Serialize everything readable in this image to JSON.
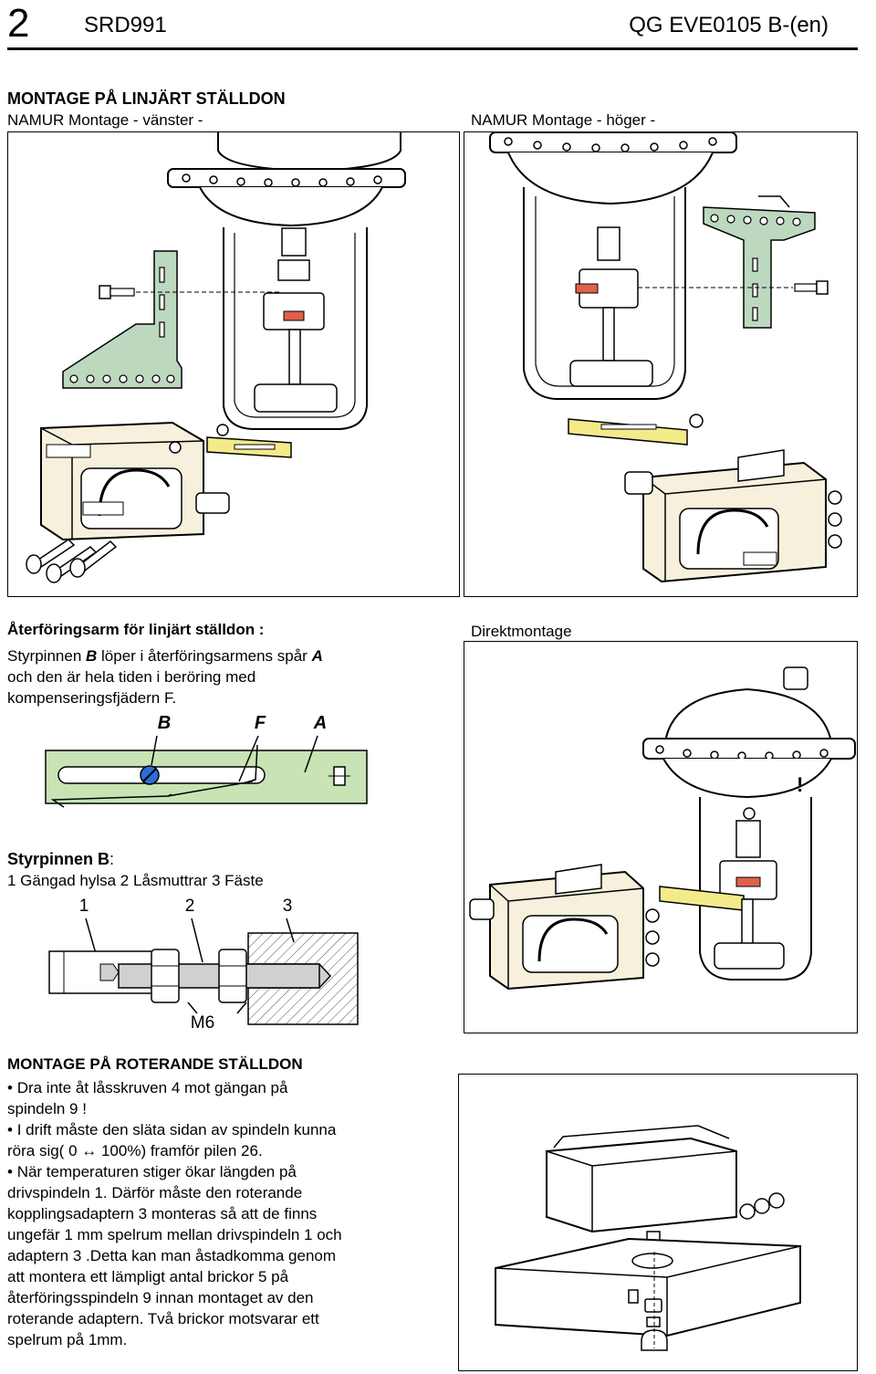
{
  "header": {
    "page_number": "2",
    "product_code": "SRD991",
    "doc_code": "QG EVE0105 B-(en)"
  },
  "linear": {
    "title": "MONTAGE PÅ LINJÄRT STÄLLDON",
    "left_caption": "NAMUR Montage - vänster -",
    "right_caption": "NAMUR Montage - höger -"
  },
  "feedback": {
    "title": "Återföringsarm för linjärt ställdon :",
    "line1_pre": "Styrpinnen ",
    "line1_b": "B",
    "line1_mid": " löper i återföringsarmens spår ",
    "line1_a": "A",
    "line2": "och den är hela tiden i beröring med",
    "line3": "kompenseringsfjädern F.",
    "label_b": "B",
    "label_f": "F",
    "label_a": "A"
  },
  "direct": {
    "caption": "Direktmontage",
    "warning_mark": "!"
  },
  "pin": {
    "title_pre": "Styrpinnen ",
    "title_b": "B",
    "title_post": ":",
    "parts": "1 Gängad hylsa  2 Låsmuttrar  3 Fäste",
    "num1": "1",
    "num2": "2",
    "num3": "3",
    "thread": "M6"
  },
  "rotary": {
    "title": "MONTAGE PÅ ROTERANDE STÄLLDON",
    "bullet1_a": "Dra inte åt låsskruven 4 mot gängan på",
    "bullet1_b": "spindeln  9 !",
    "bullet2_a": "I drift måste den släta sidan av spindeln kunna",
    "bullet2_b": "röra sig( 0 ↔ 100%) framför pilen 26.",
    "bullet3_a": "När temperaturen stiger ökar längden på",
    "body": [
      "drivspindeln 1. Därför måste den roterande",
      "kopplingsadaptern 3 monteras så att de finns",
      "ungefär 1 mm spelrum mellan drivspindeln 1 och",
      "adaptern 3 .Detta kan man åstadkomma genom",
      "att montera ett lämpligt antal brickor 5 på",
      "återföringsspindeln 9 innan montaget av den",
      "roterande adaptern. Två brickor motsvarar ett",
      "spelrum på 1mm."
    ]
  },
  "colors": {
    "bracket_green": "#bcd9c0",
    "lever_yellow": "#f3ea8a",
    "housing_cream": "#f6f0dc",
    "pin_red": "#e0604a",
    "pin_blue": "#2a6fd6",
    "arm_green": "#c9e3b5"
  }
}
